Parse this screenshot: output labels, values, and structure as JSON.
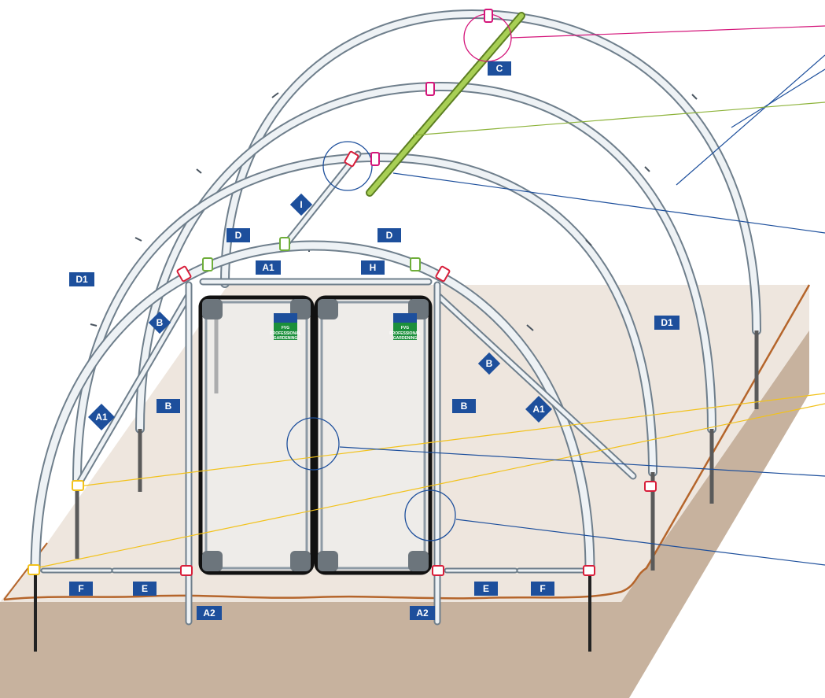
{
  "colors": {
    "ground_top": "#eee6de",
    "ground_front": "#c7b29e",
    "ground_edge": "#b5652b",
    "label_bg": "#1d4f9c",
    "label_text": "#ffffff",
    "pointer_blue": "#1d4f9c",
    "pointer_magenta": "#d4157a",
    "pointer_green": "#8db33a",
    "pointer_yellow": "#f2c21b",
    "clip_red": "#d81e3a",
    "clip_magenta": "#d4157a",
    "clip_green": "#6fae3a",
    "clip_yellow": "#f2c21b"
  },
  "labels": {
    "c": "C",
    "i": "I",
    "d_left": "D",
    "d_right": "D",
    "a1_top": "A1",
    "h": "H",
    "d1_left": "D1",
    "d1_right": "D1",
    "b_left_diag": "B",
    "b_right_diag": "B",
    "b_left": "B",
    "b_right": "B",
    "a1_left": "A1",
    "a1_right": "A1",
    "f_left": "F",
    "e_left": "E",
    "a2_left": "A2",
    "a2_right": "A2",
    "e_right": "E",
    "f_right": "F"
  },
  "logos": {
    "left": {
      "brand": "FVG",
      "line1": "PROFESSIONAL",
      "line2": "GARDENING"
    },
    "right": {
      "brand": "FVG",
      "line1": "PROFESSIONAL",
      "line2": "GARDENING"
    }
  },
  "icons": {
    "ground_anchor": "ground-screw-icon",
    "clip": "pipe-clip-icon",
    "detail_callout": "callout-circle-icon"
  }
}
